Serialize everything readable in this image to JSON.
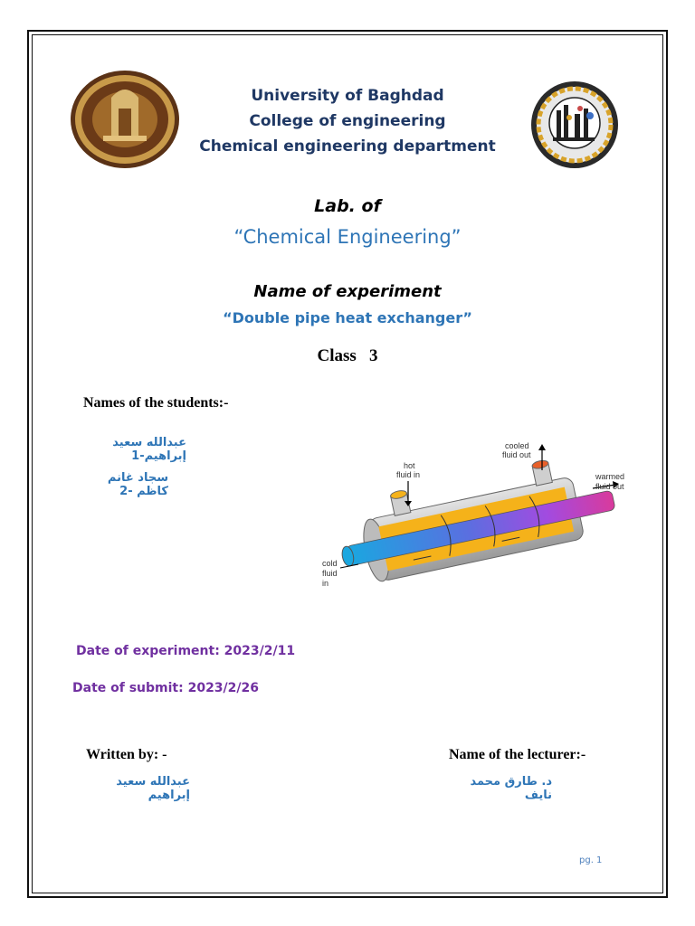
{
  "header": {
    "line1": "University of Baghdad",
    "line2": "College of engineering",
    "line3": "Chemical engineering department"
  },
  "lab": {
    "heading": "Lab. of",
    "name": "“Chemical Engineering”"
  },
  "experiment": {
    "heading": "Name of experiment",
    "name": "“Double pipe heat exchanger”"
  },
  "class_line": "Class   3",
  "students": {
    "heading": "Names of the students:-",
    "list": [
      "عبدالله سعيد إبراهيم-1",
      "سجاد غانم كاظم -2"
    ]
  },
  "diagram": {
    "labels": {
      "hot_in": [
        "hot",
        "fluid in"
      ],
      "cooled_out": [
        "cooled",
        "fluid out"
      ],
      "warmed_out": [
        "warmed",
        "fluid out"
      ],
      "cold_in": [
        "cold",
        "fluid",
        "in"
      ]
    }
  },
  "dates": {
    "experiment": "Date of experiment: 2023/2/11",
    "submit": "Date of submit: 2023/2/26"
  },
  "written_by": {
    "heading": "Written by: -",
    "name": "عبدالله سعيد إبراهيم"
  },
  "lecturer": {
    "heading": "Name of the lecturer:-",
    "name": "د. طارق محمد نايف"
  },
  "page_number": "pg. 1",
  "colors": {
    "header_navy": "#1f3864",
    "accent_blue": "#2e75b6",
    "date_purple": "#7030a0"
  }
}
